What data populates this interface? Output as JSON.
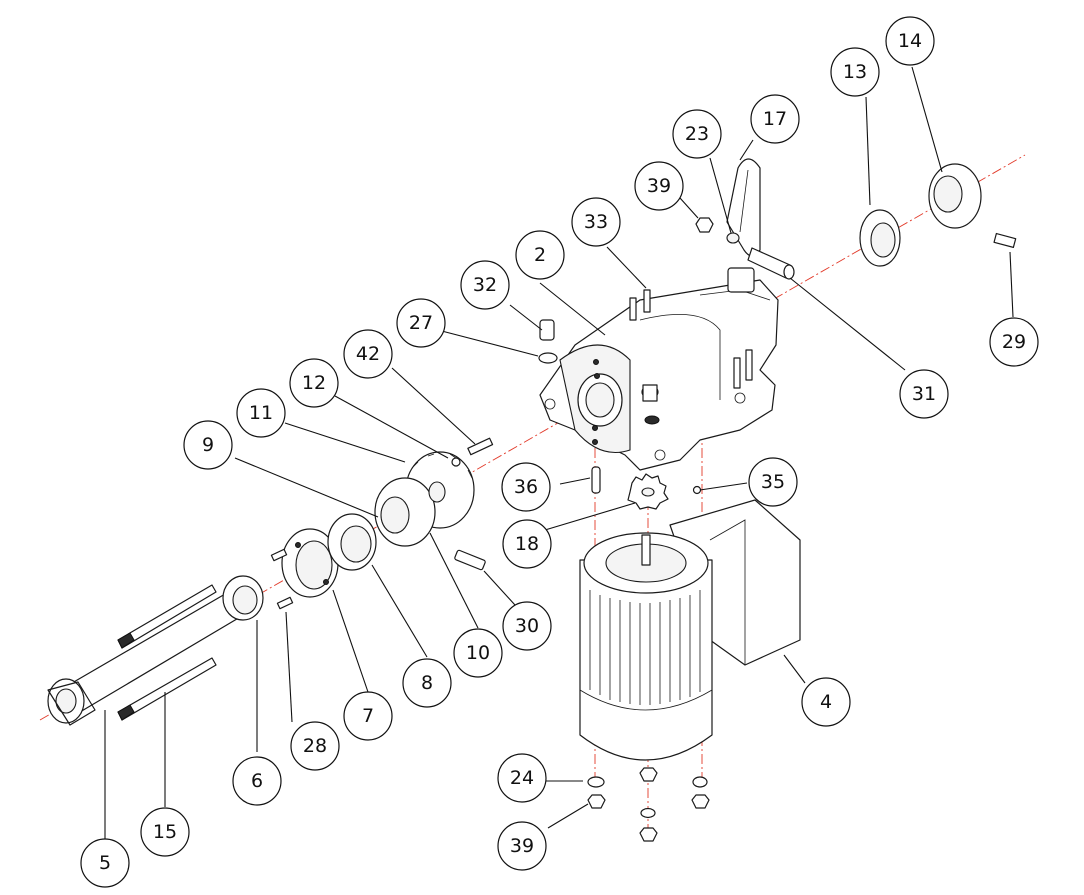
{
  "callouts": [
    {
      "id": "c2",
      "label": "2"
    },
    {
      "id": "c4",
      "label": "4"
    },
    {
      "id": "c5",
      "label": "5"
    },
    {
      "id": "c6",
      "label": "6"
    },
    {
      "id": "c7",
      "label": "7"
    },
    {
      "id": "c8",
      "label": "8"
    },
    {
      "id": "c9",
      "label": "9"
    },
    {
      "id": "c10",
      "label": "10"
    },
    {
      "id": "c11",
      "label": "11"
    },
    {
      "id": "c12",
      "label": "12"
    },
    {
      "id": "c13",
      "label": "13"
    },
    {
      "id": "c14",
      "label": "14"
    },
    {
      "id": "c15",
      "label": "15"
    },
    {
      "id": "c17",
      "label": "17"
    },
    {
      "id": "c18",
      "label": "18"
    },
    {
      "id": "c23",
      "label": "23"
    },
    {
      "id": "c24",
      "label": "24"
    },
    {
      "id": "c27",
      "label": "27"
    },
    {
      "id": "c28",
      "label": "28"
    },
    {
      "id": "c29",
      "label": "29"
    },
    {
      "id": "c30",
      "label": "30"
    },
    {
      "id": "c31",
      "label": "31"
    },
    {
      "id": "c32",
      "label": "32"
    },
    {
      "id": "c33",
      "label": "33"
    },
    {
      "id": "c35",
      "label": "35"
    },
    {
      "id": "c36",
      "label": "36"
    },
    {
      "id": "c39a",
      "label": "39"
    },
    {
      "id": "c39b",
      "label": "39"
    },
    {
      "id": "c42",
      "label": "42"
    }
  ],
  "colors": {
    "axis": "#e23a2a",
    "ink": "#111111"
  }
}
